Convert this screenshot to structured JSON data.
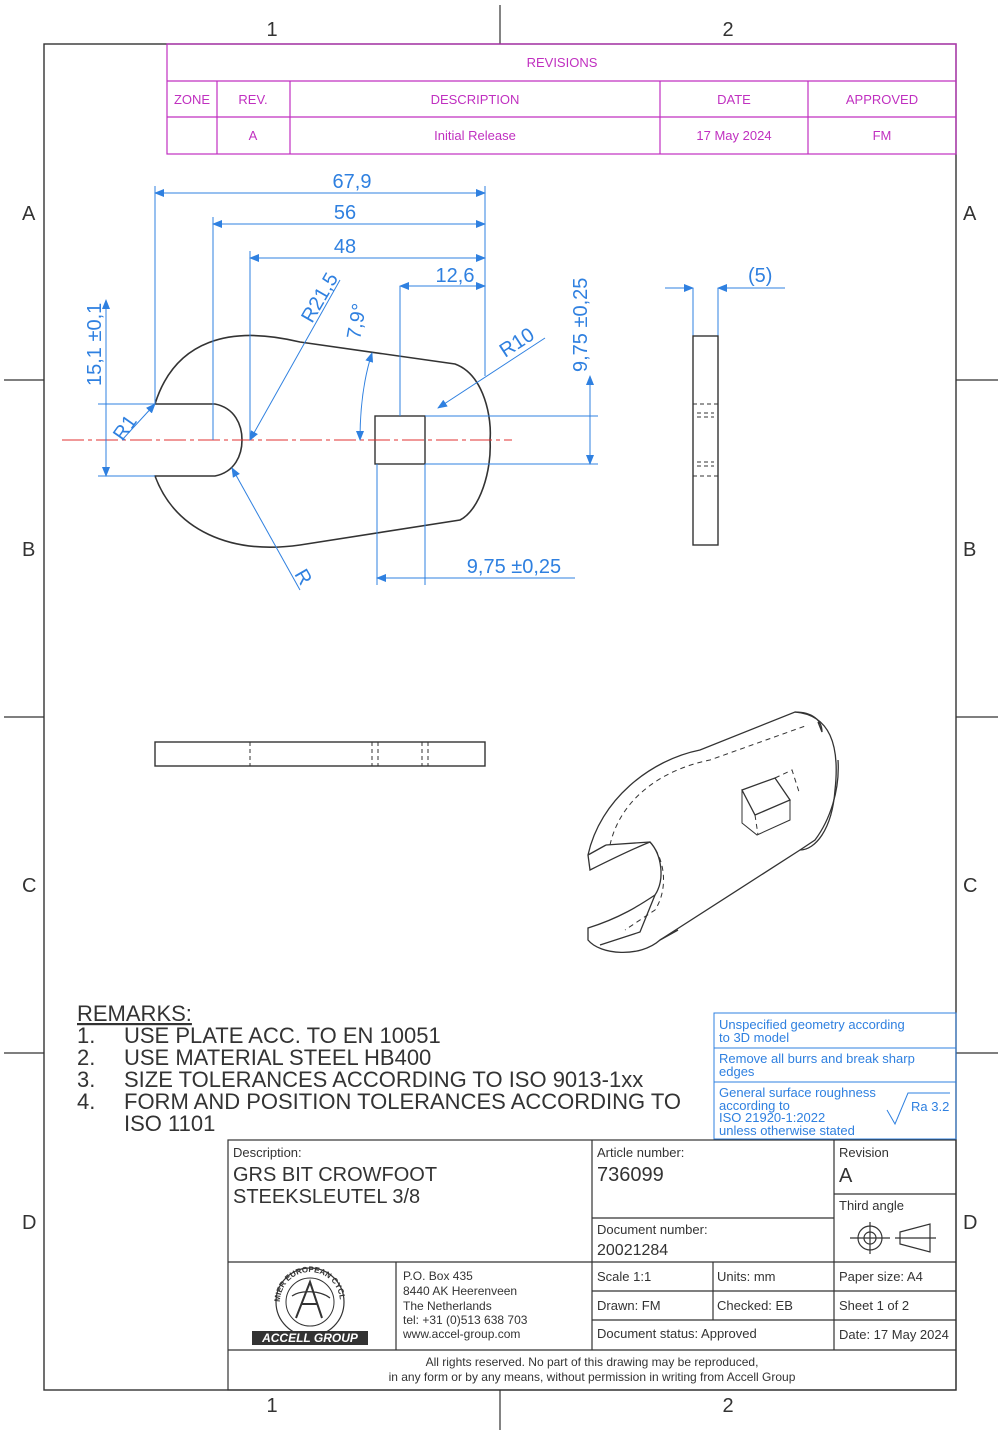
{
  "zones": {
    "columns": [
      "1",
      "2"
    ],
    "rows": [
      "A",
      "B",
      "C",
      "D"
    ]
  },
  "revisions": {
    "title": "REVISIONS",
    "headers": [
      "ZONE",
      "REV.",
      "DESCRIPTION",
      "DATE",
      "APPROVED"
    ],
    "rows": [
      {
        "zone": "",
        "rev": "A",
        "description": "Initial Release",
        "date": "17 May 2024",
        "approved": "FM"
      }
    ]
  },
  "dimensions": {
    "d1": "67,9",
    "d2": "56",
    "d3": "48",
    "d4": "12,6",
    "r1": "R21,5",
    "angle": "7,9°",
    "r2": "R10",
    "square_v": "9,75 ±0,25",
    "square_h": "9,75 ±0,25",
    "opening": "15,1 ±0,1",
    "r3": "R1",
    "r4": "R",
    "thickness": "(5)"
  },
  "remarks": {
    "title": "REMARKS:",
    "items": [
      {
        "num": "1.",
        "text": "USE PLATE ACC. TO EN 10051"
      },
      {
        "num": "2.",
        "text": "USE MATERIAL STEEL HB400"
      },
      {
        "num": "3.",
        "text": "SIZE TOLERANCES ACCORDING TO ISO 9013-1xx"
      },
      {
        "num": "4.",
        "text": "FORM AND  POSITION TOLERANCES ACCORDING TO"
      }
    ],
    "cont": "ISO 1101"
  },
  "notes": {
    "n1a": "Unspecified geometry according",
    "n1b": "to 3D model",
    "n2a": "Remove all burrs and break sharp",
    "n2b": "edges",
    "n3a": "General surface roughness",
    "n3b": "according to",
    "n3c": "ISO 21920-1:2022",
    "n3d": "unless otherwise stated",
    "ra": "Ra 3.2"
  },
  "title_block": {
    "description_label": "Description:",
    "description_1": "GRS BIT CROWFOOT",
    "description_2": "STEEKSLEUTEL 3/8",
    "article_label": "Article number:",
    "article_value": "736099",
    "revision_label": "Revision",
    "revision_value": "A",
    "projection": "Third angle",
    "document_label": "Document number:",
    "document_value": "20021284",
    "logo_ring": "THE PREMIER EUROPEAN CYCLE GROUP",
    "logo_text": "ACCELL GROUP",
    "address": [
      "P.O. Box 435",
      "8440 AK Heerenveen",
      "The Netherlands",
      "tel: +31 (0)513 638 703",
      "www.accel-group.com"
    ],
    "scale": "Scale 1:1",
    "units": "Units: mm",
    "paper": "Paper size: A4",
    "drawn": "Drawn: FM",
    "checked": "Checked: EB",
    "sheet": "Sheet 1 of 2",
    "status": "Document status: Approved",
    "date": "Date: 17 May 2024",
    "rights_1": "All rights reserved. No part of this drawing may be reproduced,",
    "rights_2": "in any form or by any means, without permission in writing from Accell Group"
  },
  "colors": {
    "revision": "#c030c0",
    "dimension": "#2f80e0",
    "centerline": "#e03030",
    "outline": "#333333"
  }
}
